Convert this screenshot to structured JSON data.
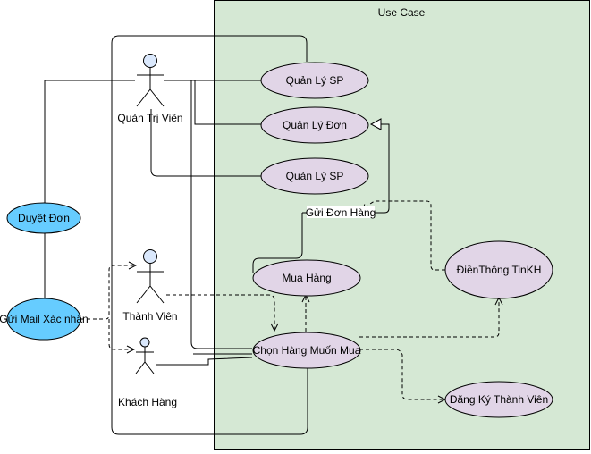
{
  "boundary": {
    "title": "Use Case",
    "fill": "#d5e8d4"
  },
  "colors": {
    "usecase_fill": "#e1d5e7",
    "external_fill": "#66ccff",
    "actor_head_fill": "#dae8fc"
  },
  "actors": {
    "admin": "Quản Trị Viên",
    "member": "Thành Viên",
    "customer": "Khách Hàng"
  },
  "usecases": {
    "manage_product_1": "Quản Lý SP",
    "manage_order": "Quản Lý Đơn",
    "manage_product_2": "Quản Lý SP",
    "buy": "Mua Hàng",
    "choose_goods": "Chọn Hàng Muốn Mua",
    "fill_customer_info": "ĐiềnThông TinKH",
    "register_member": "Đăng Ký Thành Viên"
  },
  "external": {
    "approve_order": "Duyệt Đơn",
    "send_mail": "Gửi Mail Xác nhận"
  },
  "edge_labels": {
    "send_order": "Gửi Đơn Hàng"
  }
}
